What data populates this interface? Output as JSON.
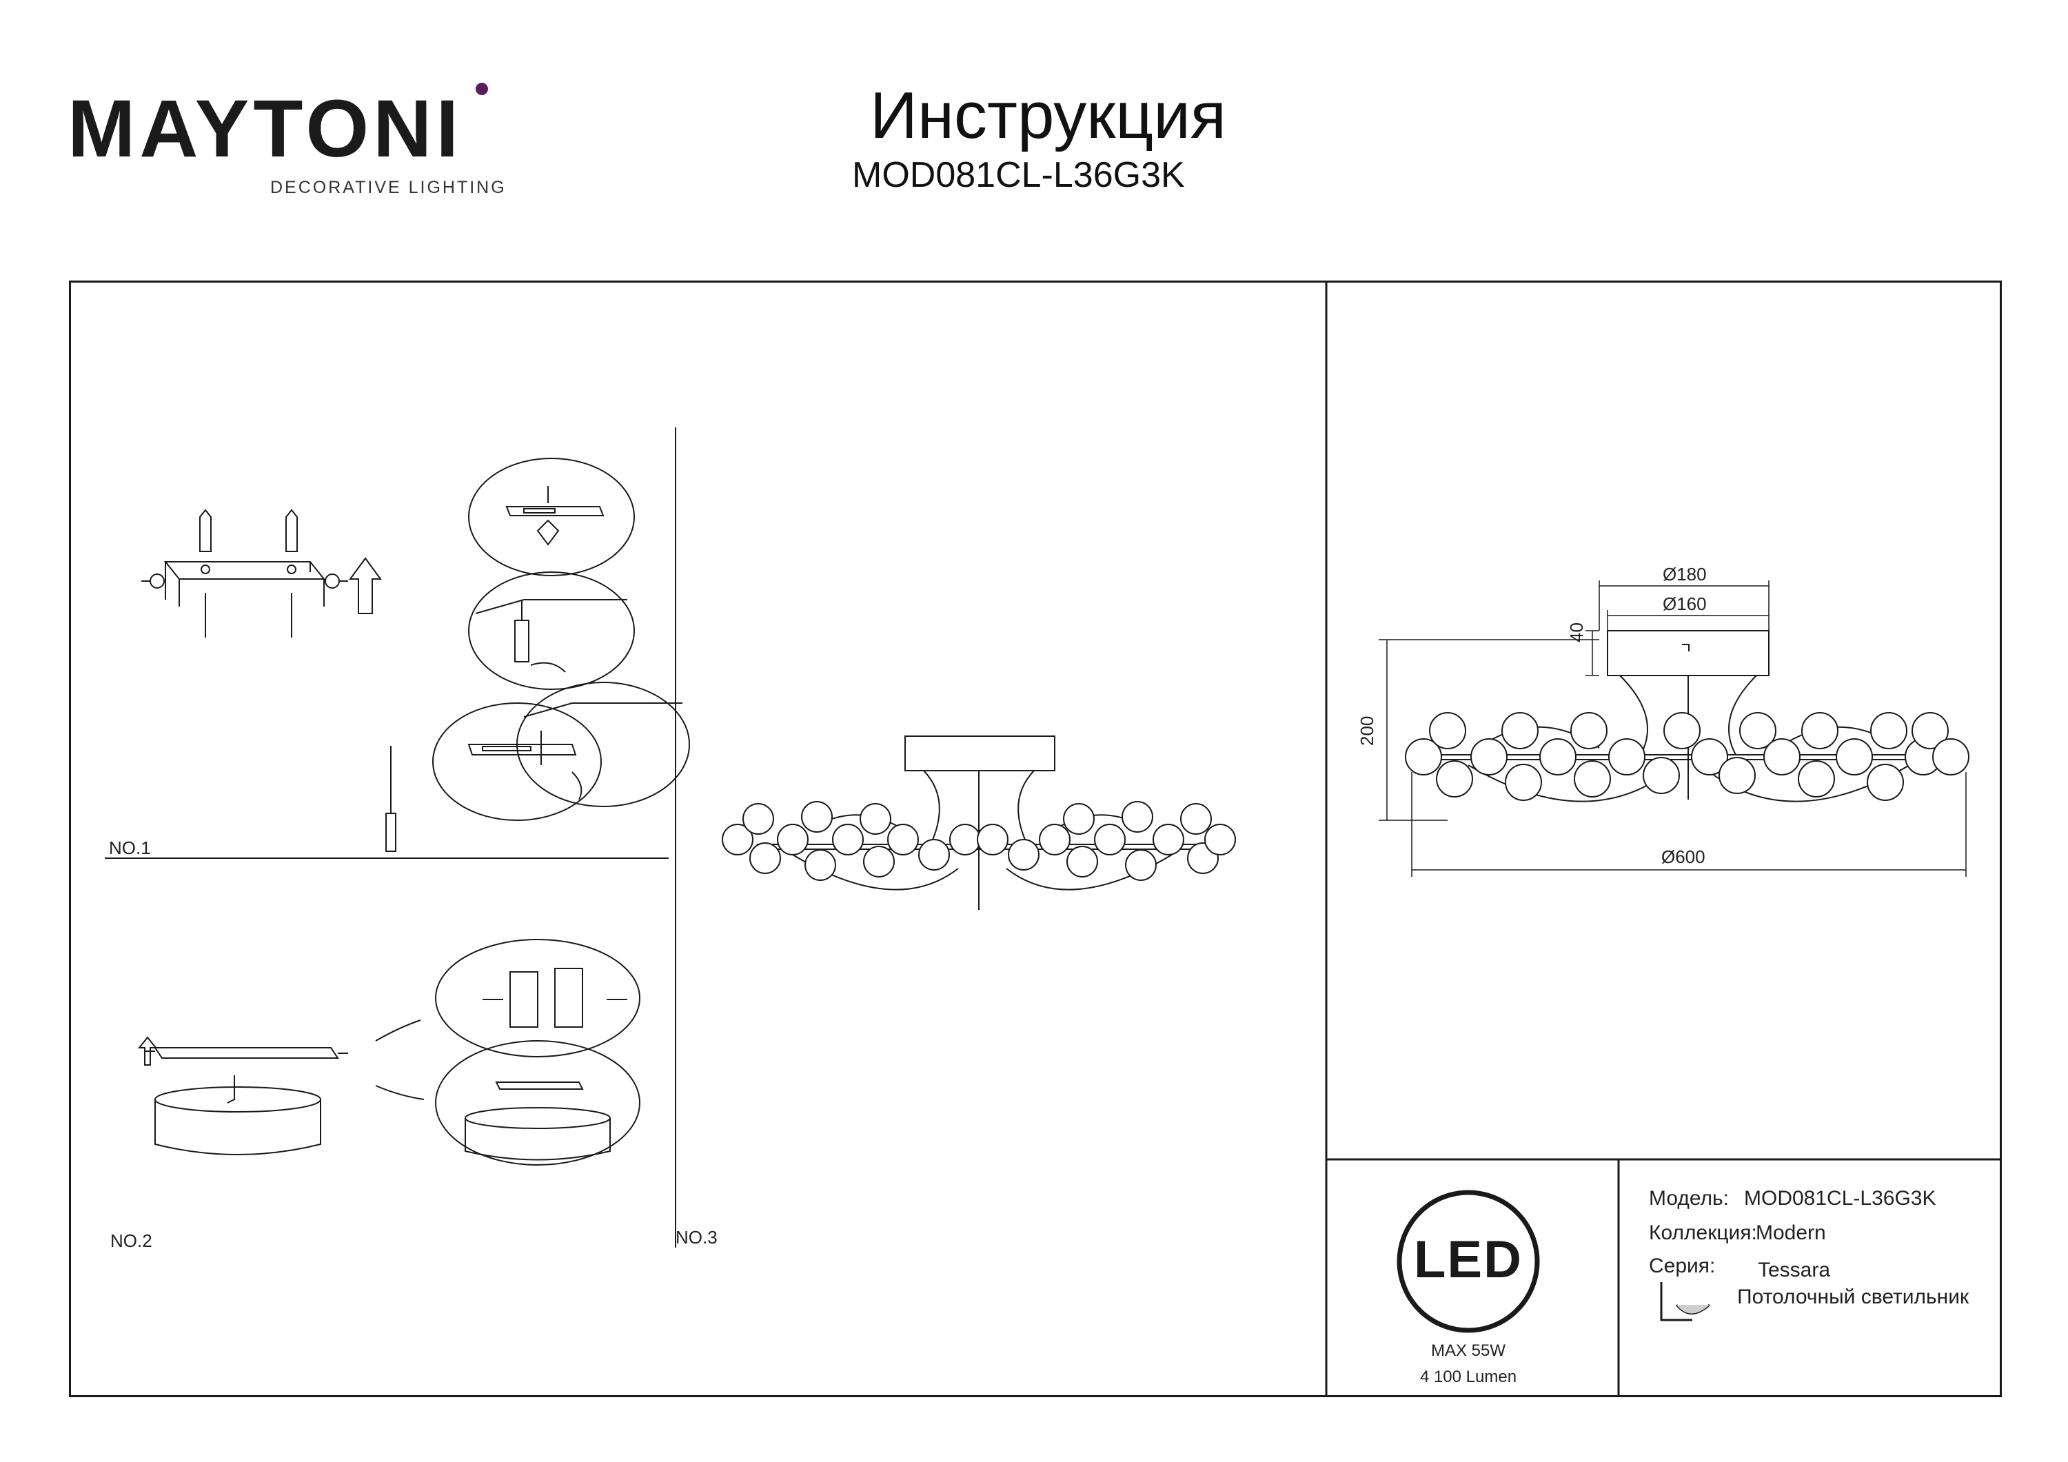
{
  "brand": {
    "name": "MAYTONI",
    "tagline": "DECORATIVE LIGHTING",
    "accent_color": "#5a1e5a"
  },
  "header": {
    "title": "Инструкция",
    "model": "MOD081CL-L36G3K"
  },
  "steps": {
    "no1": "NO.1",
    "no2": "NO.2",
    "no3": "NO.3"
  },
  "dimensions": {
    "d180": "Ø180",
    "d160": "Ø160",
    "h40": "40",
    "h200": "200",
    "d600": "Ø600"
  },
  "led_badge": {
    "text": "LED",
    "power": "MAX 55W",
    "flux": "4 100 Lumen"
  },
  "specs": {
    "model_label": "Модель:",
    "model_value": "MOD081CL-L36G3K",
    "collection_label": "Коллекция:",
    "collection_value": "Modern",
    "series_label": "Серия:",
    "series_value": "Tessara",
    "type_value": "Потолочный светильник",
    "type_icon": "ceiling-lamp-icon"
  }
}
